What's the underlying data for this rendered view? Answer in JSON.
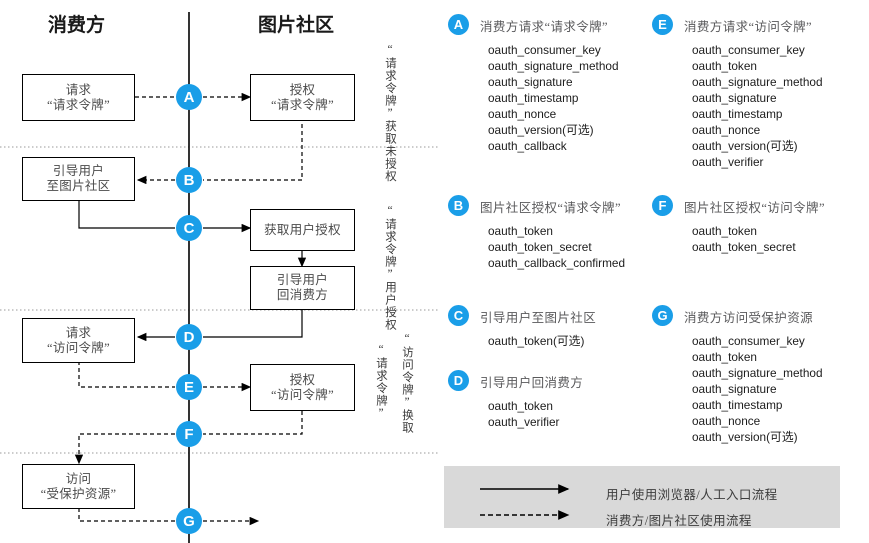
{
  "diagram": {
    "lanes": [
      {
        "title": "消费方"
      },
      {
        "title": "图片社区"
      }
    ],
    "nodes": [
      {
        "id": "req-request-token",
        "line1": "请求",
        "line2": "“请求令牌”"
      },
      {
        "id": "grant-request-token",
        "line1": "授权",
        "line2": "“请求令牌”"
      },
      {
        "id": "redirect-to-community",
        "line1": "引导用户",
        "line2": "至图片社区"
      },
      {
        "id": "get-user-auth",
        "line1": "获取用户授权",
        "line2": ""
      },
      {
        "id": "redirect-to-consumer",
        "line1": "引导用户",
        "line2": "回消费方"
      },
      {
        "id": "req-access-token",
        "line1": "请求",
        "line2": "“访问令牌”"
      },
      {
        "id": "grant-access-token",
        "line1": "授权",
        "line2": "“访问令牌”"
      },
      {
        "id": "access-protected",
        "line1": "访问",
        "line2": "“受保护资源”"
      }
    ],
    "markers": [
      "A",
      "B",
      "C",
      "D",
      "E",
      "F",
      "G"
    ],
    "phase_labels": [
      {
        "id": "phase-1",
        "text": "“请求令牌”获取未授权"
      },
      {
        "id": "phase-2",
        "text": "“请求令牌”用户授权"
      },
      {
        "id": "phase-3a",
        "text": "“访问令牌”换取"
      },
      {
        "id": "phase-3b",
        "text": "“请求令牌”"
      }
    ]
  },
  "panel": {
    "groups": [
      {
        "badge": "A",
        "title": "消费方请求“请求令牌”",
        "items": [
          "oauth_consumer_key",
          "oauth_signature_method",
          "oauth_signature",
          "oauth_timestamp",
          "oauth_nonce",
          "oauth_version(可选)",
          "oauth_callback"
        ]
      },
      {
        "badge": "B",
        "title": "图片社区授权“请求令牌”",
        "items": [
          "oauth_token",
          "oauth_token_secret",
          "oauth_callback_confirmed"
        ]
      },
      {
        "badge": "C",
        "title": "引导用户至图片社区",
        "items": [
          "oauth_token(可选)"
        ]
      },
      {
        "badge": "D",
        "title": "引导用户回消费方",
        "items": [
          "oauth_token",
          "oauth_verifier"
        ]
      },
      {
        "badge": "E",
        "title": "消费方请求“访问令牌”",
        "items": [
          "oauth_consumer_key",
          "oauth_token",
          "oauth_signature_method",
          "oauth_signature",
          "oauth_timestamp",
          "oauth_nonce",
          "oauth_version(可选)",
          "oauth_verifier"
        ]
      },
      {
        "badge": "F",
        "title": "图片社区授权“访问令牌”",
        "items": [
          "oauth_token",
          "oauth_token_secret"
        ]
      },
      {
        "badge": "G",
        "title": "消费方访问受保护资源",
        "items": [
          "oauth_consumer_key",
          "oauth_token",
          "oauth_signature_method",
          "oauth_signature",
          "oauth_timestamp",
          "oauth_nonce",
          "oauth_version(可选)"
        ]
      }
    ]
  },
  "legend": {
    "solid_label": "用户使用浏览器/人工入口流程",
    "dashed_label": "消费方/图片社区使用流程"
  },
  "colors": {
    "marker_blue": "#1a9ee8",
    "legend_bg": "#d9d9d9",
    "node_text": "#4a4a4a",
    "stroke": "#000000"
  }
}
